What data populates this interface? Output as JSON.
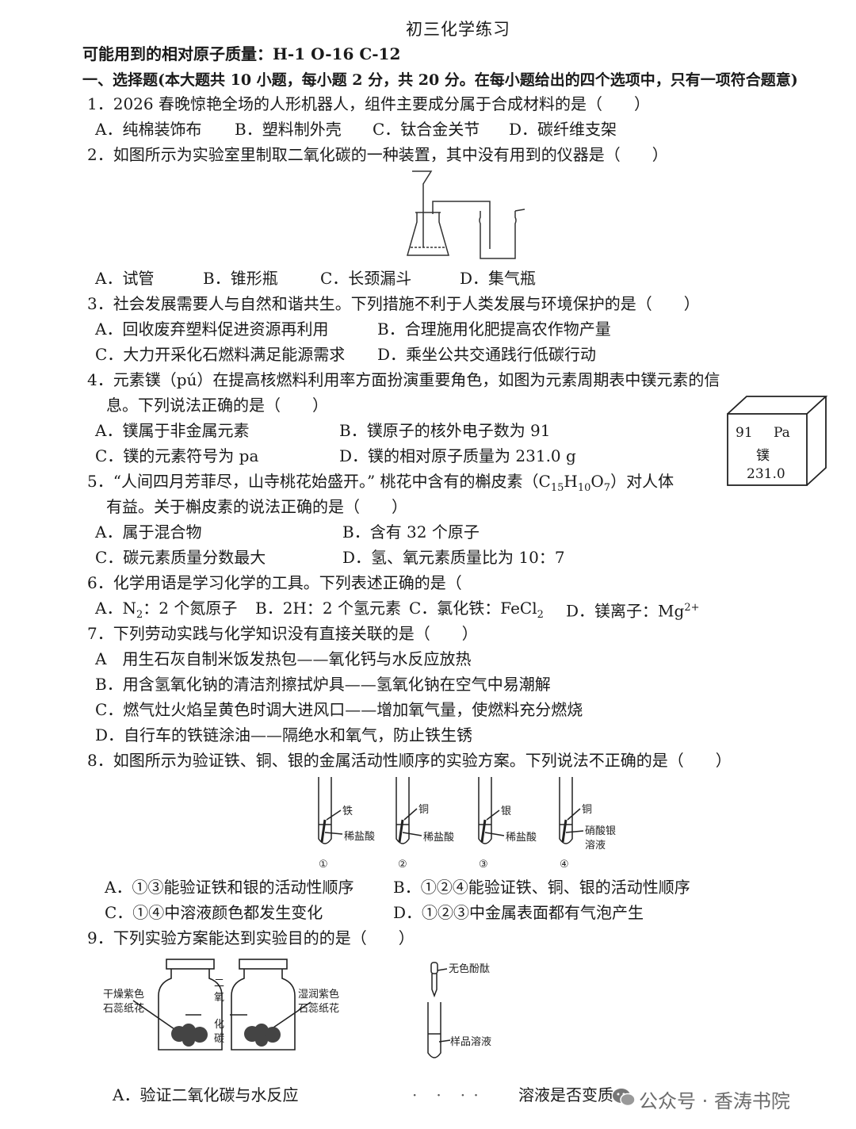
{
  "title": "初三化学练习",
  "atomic_masses": "可能用到的相对原子质量：H-1    O-16    C-12",
  "section1": "一、选择题(本大题共 10 小题，每小题 2 分，共 20 分。在每小题给出的四个选项中，只有一项符合题意)",
  "q1": {
    "stem": "1．2026 春晚惊艳全场的人形机器人，组件主要成分属于合成材料的是（　　）",
    "a": "A．纯棉装饰布",
    "b": "B．塑料制外壳",
    "c": "C．钛合金关节",
    "d": "D．碳纤维支架"
  },
  "q2": {
    "stem": "2．如图所示为实验室里制取二氧化碳的一种装置，其中没有用到的仪器是（　　）",
    "a": "A．试管",
    "b": "B．锥形瓶",
    "c": "C．长颈漏斗",
    "d": "D．集气瓶"
  },
  "q3": {
    "stem": "3．社会发展需要人与自然和谐共生。下列措施不利于人类发展与环境保护的是（　　）",
    "a": "A．回收废弃塑料促进资源再利用",
    "b": "B．合理施用化肥提高农作物产量",
    "c": "C．大力开采化石燃料满足能源需求",
    "d": "D．乘坐公共交通践行低碳行动"
  },
  "q4": {
    "stem1": "4．元素镤（pú）在提高核燃料利用率方面扮演重要角色，如图为元素周期表中镤元素的信",
    "stem2": "息。下列说法正确的是（　　）",
    "a": "A．镤属于非金属元素",
    "b": "B．镤原子的核外电子数为 91",
    "c": "C．镤的元素符号为 pa",
    "d": "D．镤的相对原子质量为 231.0 g",
    "box_number": "91",
    "box_symbol": "Pa",
    "box_name": "镤",
    "box_mass": "231.0"
  },
  "q5": {
    "stem1_pre": "5．“人间四月芳菲尽，山寺桃花始盛开。”  桃花中含有的槲皮素（C",
    "sub1": "15",
    "mid1": "H",
    "sub2": "10",
    "mid2": "O",
    "sub3": "7",
    "stem1_post": "）对人体",
    "stem2": "有益。关于槲皮素的说法正确的是（　　）",
    "a": "A．属于混合物",
    "b": "B．含有  32  个原子",
    "c": "C．碳元素质量分数最大",
    "d": "D．氢、氧元素质量比为  10：7"
  },
  "q6": {
    "stem": "6．化学用语是学习化学的工具。下列表述正确的是（",
    "a_pre": "A．N",
    "a_sub": "2",
    "a_post": "：2 个氮原子",
    "b": "B．2H：2 个氢元素",
    "c_pre": "C．氯化铁：FeCl",
    "c_sub": "2",
    "d_pre": "D．镁离子：Mg",
    "d_sup": "2+"
  },
  "q7": {
    "stem": "7．下列劳动实践与化学知识没有直接关联的是（　　）",
    "a": "A　用生石灰自制米饭发热包——氧化钙与水反应放热",
    "b": "B．用含氢氧化钠的清洁剂擦拭炉具——氢氧化钠在空气中易潮解",
    "c": "C．燃气灶火焰呈黄色时调大进风口——增加氧气量，使燃料充分燃烧",
    "d": "D．自行车的铁链涂油——隔绝水和氧气，防止铁生锈"
  },
  "q8": {
    "stem": "8．如图所示为验证铁、铜、银的金属活动性顺序的实验方案。下列说法不正确的是（　　）",
    "tubes": [
      {
        "metal": "铁",
        "solution": "稀盐酸",
        "num": "①"
      },
      {
        "metal": "铜",
        "solution": "稀盐酸",
        "num": "②"
      },
      {
        "metal": "银",
        "solution": "稀盐酸",
        "num": "③"
      },
      {
        "metal": "铜",
        "solution": "硝酸银",
        "solution2": "溶液",
        "num": "④"
      }
    ],
    "a": "A．①③能验证铁和银的活动性顺序",
    "b": "B．①②④能验证铁、铜、银的活动性顺序",
    "c": "C．①④中溶液颜色都发生变化",
    "d": "D．①②③中金属表面都有气泡产生"
  },
  "q9": {
    "stem": "9．下列实验方案能达到实验目的的是（　　）",
    "left_label1": "干燥紫色",
    "left_label2": "石蕊纸花",
    "co2_1": "二",
    "co2_2": "氧",
    "co2_3": "化",
    "co2_4": "碳",
    "right_label1": "湿润紫色",
    "right_label2": "石蕊纸花",
    "dropper_label": "无色酚酞",
    "sample_label": "样品溶液",
    "a": "A．验证二氧化碳与水反应",
    "b_partial": "溶液是否变质"
  },
  "watermark": "公众号 · 香涛书院"
}
